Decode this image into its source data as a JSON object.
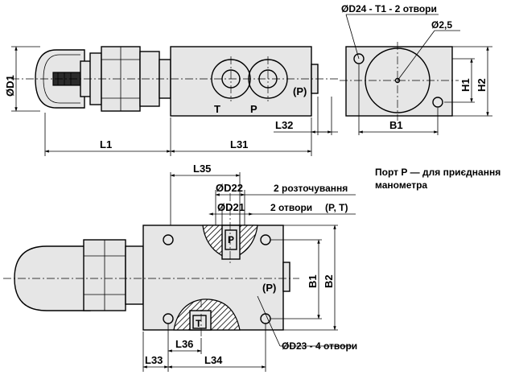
{
  "top_view": {
    "d1": "ØD1",
    "l1": "L1",
    "l31": "L31",
    "l32": "L32",
    "port_t": "T",
    "port_p": "P",
    "port_p_paren": "(P)"
  },
  "side_view": {
    "d24": "ØD24 - T1 - 2 отвори",
    "d25": "Ø2,5",
    "h1": "H1",
    "h2": "H2",
    "b1": "B1"
  },
  "front_view": {
    "l35": "L35",
    "d22": "ØD22",
    "d22_note": "2 розточування",
    "d21": "ØD21",
    "d21_note": "2 отвори",
    "d21_ports": "(P, T)",
    "port_p": "P",
    "port_t": "T",
    "port_p_paren": "(P)",
    "b1": "B1",
    "b2": "B2",
    "d23": "ØD23 - 4 отвори",
    "l33": "L33",
    "l34": "L34",
    "l36": "L36"
  },
  "note": {
    "line1": "Порт Р — для приєднання",
    "line2": "манометра"
  }
}
